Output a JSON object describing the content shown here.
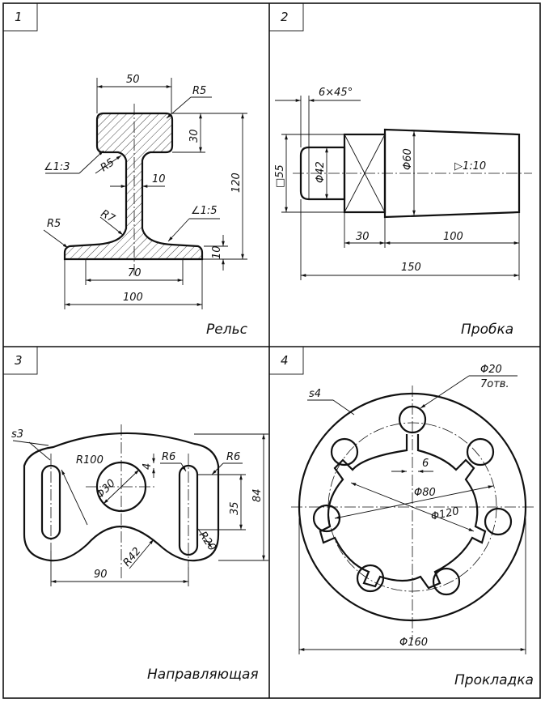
{
  "panels": [
    {
      "number": "1",
      "title": "Рельс"
    },
    {
      "number": "2",
      "title": "Пробка"
    },
    {
      "number": "3",
      "title": "Направляющая"
    },
    {
      "number": "4",
      "title": "Прокладка"
    }
  ],
  "rail": {
    "dims": {
      "top_width": "50",
      "r_top": "R5",
      "head_height": "30",
      "slope": "∠1:3",
      "r_neck": "R5",
      "web": "10",
      "height": "120",
      "r_fillet": "R7",
      "slope2": "∠1:5",
      "r_base": "R5",
      "base_inner": "70",
      "base_height": "10",
      "base_width": "100"
    }
  },
  "plug": {
    "dims": {
      "chamfer": "6×45°",
      "square": "□55",
      "d1": "Φ42",
      "d2": "Φ60",
      "taper": "▷1:10",
      "l1": "30",
      "l2": "100",
      "total": "150"
    }
  },
  "guide": {
    "dims": {
      "surface": "s3",
      "r_big": "R100",
      "d_hole": "Φ30",
      "gap": "4",
      "r_slot_left": "R6",
      "r_slot_right": "R6",
      "slot_len": "35",
      "height": "84",
      "r_corner": "R20",
      "r_arc": "R42",
      "width": "90"
    }
  },
  "gasket": {
    "dims": {
      "d_hole": "Φ20",
      "holes": "7отв.",
      "surface": "s4",
      "slot_w": "6",
      "d_inner": "Φ80",
      "d_circle": "Φ120",
      "d_outer": "Φ160"
    }
  }
}
